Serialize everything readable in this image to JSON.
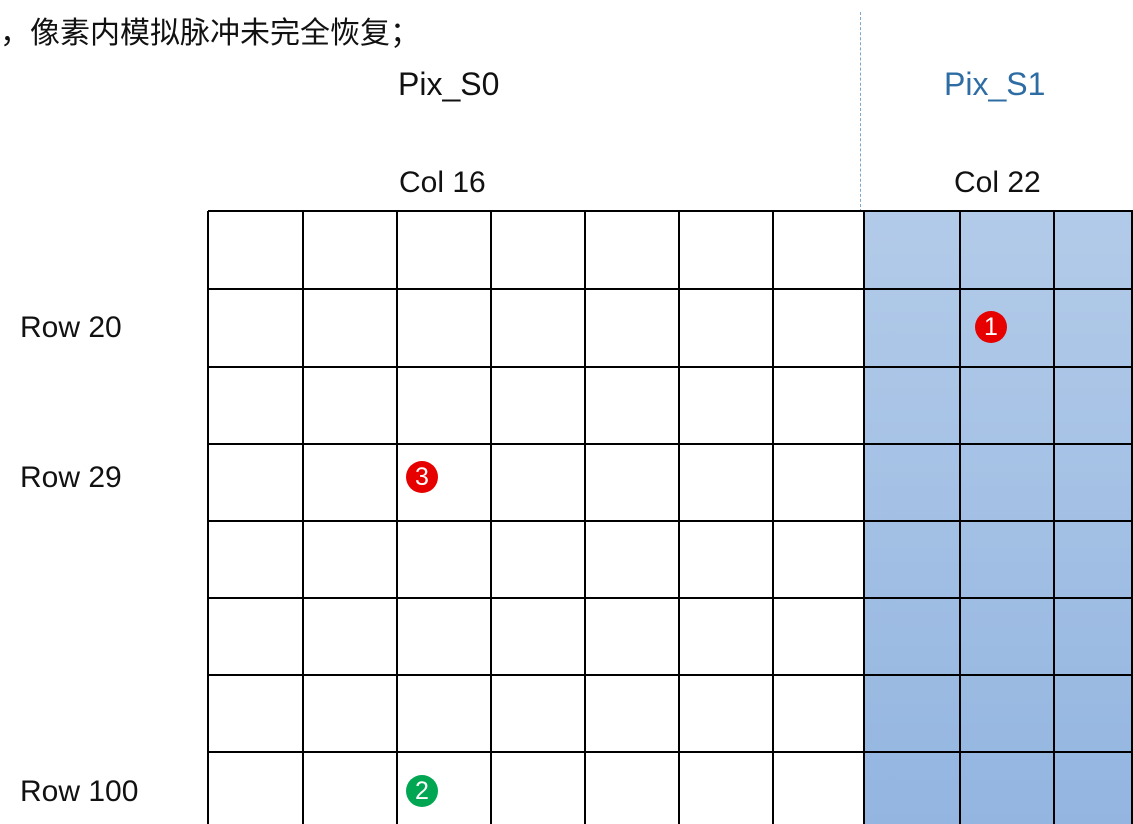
{
  "header": {
    "text": "，像素内模拟脉冲未完全恢复；"
  },
  "regions": {
    "s0_label": "Pix_S0",
    "s1_label": "Pix_S1"
  },
  "columns": {
    "col16_label": "Col 16",
    "col22_label": "Col 22"
  },
  "rows": {
    "row20_label": "Row 20",
    "row29_label": "Row 29",
    "row100_label": "Row 100"
  },
  "markers": [
    {
      "label": "1",
      "color": "#e60000"
    },
    {
      "label": "3",
      "color": "#e60000"
    },
    {
      "label": "2",
      "color": "#00a651"
    }
  ],
  "colors": {
    "s1_fill_top": "#b3cbe9",
    "s1_fill_bottom": "#93b5e0",
    "s1_label": "#2e6da4",
    "grid_line": "#000000"
  }
}
